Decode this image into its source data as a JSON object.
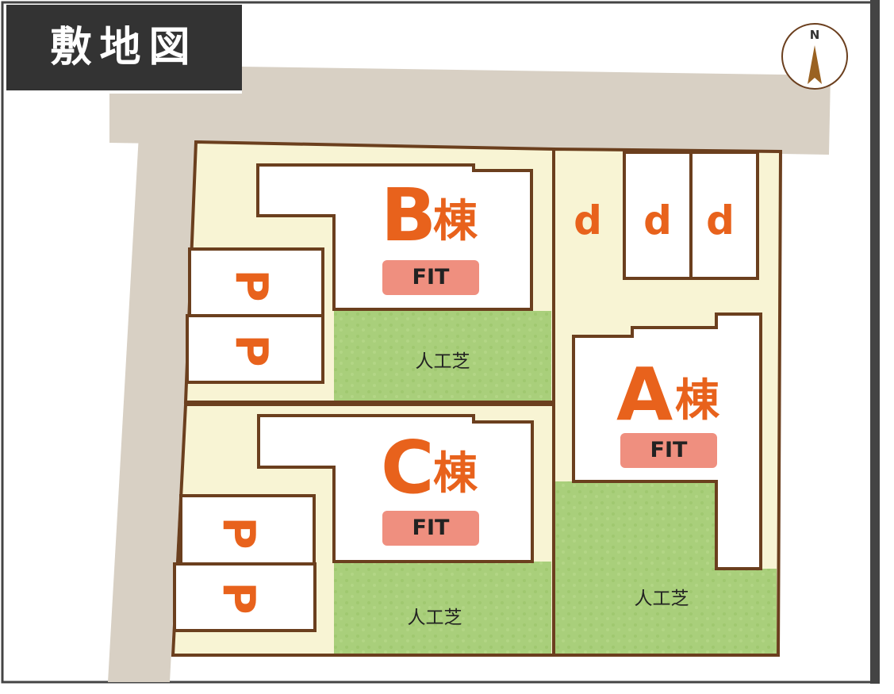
{
  "title": "敷地図",
  "compass_label": "N",
  "buildings": [
    {
      "id": "B",
      "letter": "B",
      "suffix": "棟",
      "badge": "FIT"
    },
    {
      "id": "C",
      "letter": "C",
      "suffix": "棟",
      "badge": "FIT"
    },
    {
      "id": "A",
      "letter": "A",
      "suffix": "棟",
      "badge": "FIT"
    }
  ],
  "lawn_label": "人工芝",
  "parking_label": "P",
  "bike_label": "d",
  "colors": {
    "road": "#d8d0c4",
    "lot": "#f8f4d4",
    "lawn": "#a9cf7b",
    "border": "#6b3f1e",
    "accent": "#e8621c",
    "badge": "#ef8f7f",
    "title_bg": "#333333"
  }
}
